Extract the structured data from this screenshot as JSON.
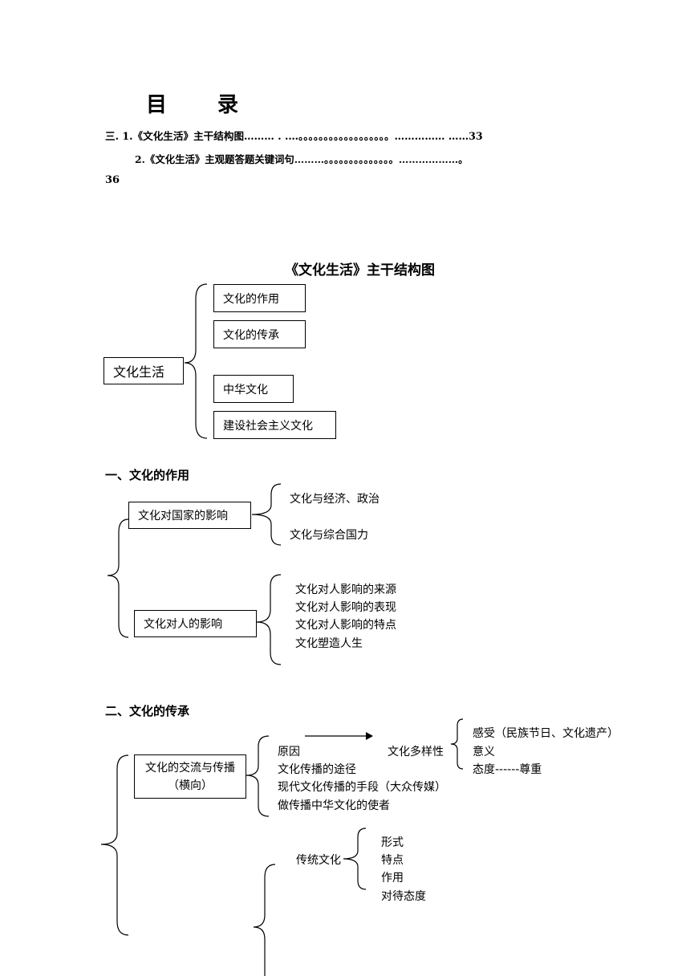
{
  "toc": {
    "title_left": "目",
    "title_right": "录",
    "line1": "三. 1.《文化生活》主干结构图……… . .…。。。。。。。。。。。。。。。。。。…………… ……33",
    "line2": "2.《文化生活》主观题答题关键词句………。。。。。。。。。。。。。。………………。",
    "line2_cont": "36"
  },
  "main_title": "《文化生活》主干结构图",
  "overview": {
    "root": "文化生活",
    "items": [
      "文化的作用",
      "文化的传承",
      "中华文化",
      "建设社会主义文化"
    ]
  },
  "section1": {
    "heading": "一、文化的作用",
    "nation_box": "文化对国家的影响",
    "nation_items": [
      "文化与经济、政治",
      "文化与综合国力"
    ],
    "person_box": "文化对人的影响",
    "person_items": [
      "文化对人影响的来源",
      "文化对人影响的表现",
      "文化对人影响的特点",
      "文化塑造人生"
    ]
  },
  "section2": {
    "heading": "二、文化的传承",
    "exchange_box_line1": "文化的交流与传播",
    "exchange_box_line2": "（横向）",
    "reason": "原因",
    "diversity": "文化多样性",
    "diversity_items": [
      "感受（民族节日、文化遗产）",
      "意义",
      "态度------尊重"
    ],
    "exchange_items": [
      "文化传播的途径",
      "现代文化传播的手段（大众传媒）",
      "做传播中华文化的使者"
    ],
    "tradition_label": "传统文化",
    "tradition_items": [
      "形式",
      "特点",
      "作用",
      "对待态度"
    ]
  }
}
